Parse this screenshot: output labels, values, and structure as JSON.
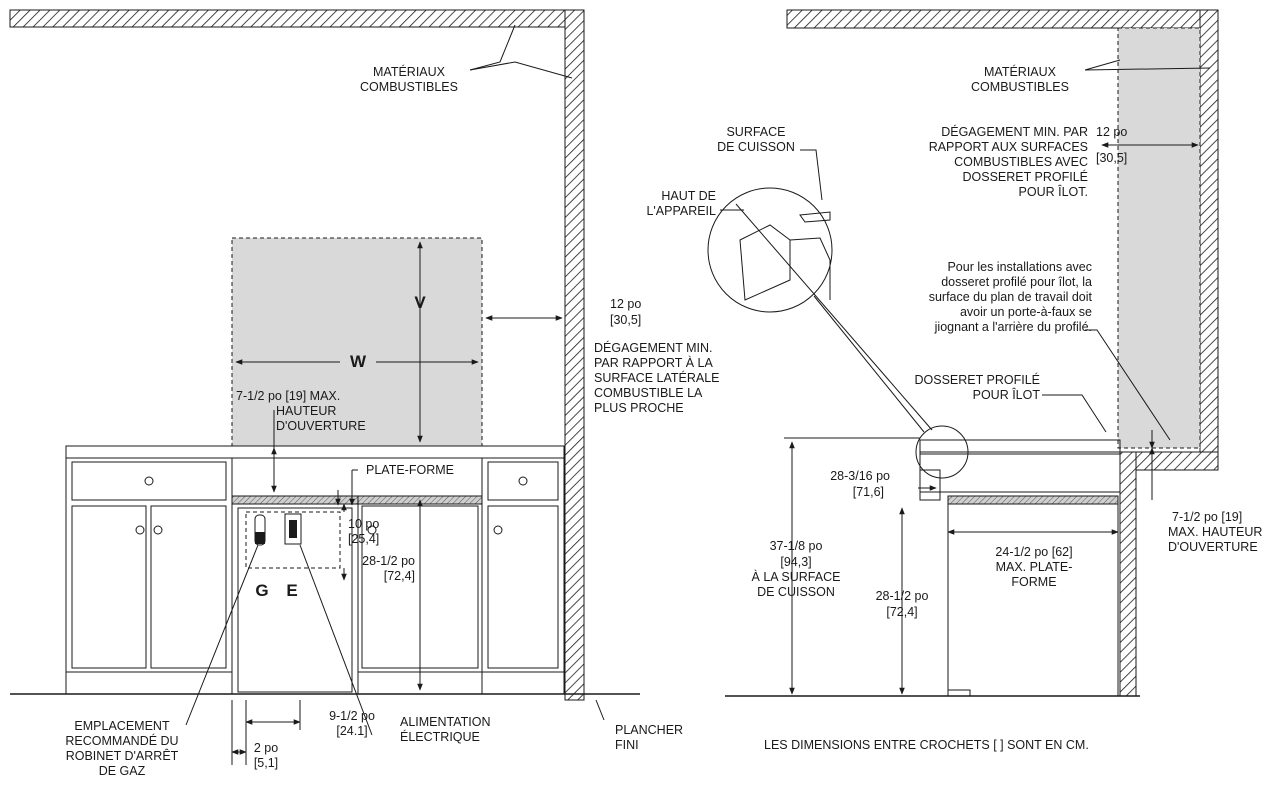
{
  "left": {
    "combustible_label": [
      "MATÉRIAUX",
      "COMBUSTIBLES"
    ],
    "height_v": "V",
    "width_w": "W",
    "side_clearance_value": [
      "12 po",
      "[30,5]"
    ],
    "side_clearance_text": [
      "DÉGAGEMENT MIN.",
      "PAR RAPPORT À LA",
      "SURFACE LATÉRALE",
      "COMBUSTIBLE LA",
      "PLUS PROCHE"
    ],
    "opening_height": [
      "7-1/2 po [19] MAX.",
      "HAUTEUR",
      "D'OUVERTURE"
    ],
    "platform_label": "PLATE-FORME",
    "box_height": [
      "10 po",
      "[25,4]"
    ],
    "counter_height": [
      "28-1/2 po",
      "[72,4]"
    ],
    "gas_letter": "G",
    "electric_letter": "E",
    "gas_valve_label": [
      "EMPLACEMENT",
      "RECOMMANDÉ DU",
      "ROBINET D'ARRÊT",
      "DE GAZ"
    ],
    "offset_9": [
      "9-1/2 po",
      "[24.1]"
    ],
    "offset_2": [
      "2 po",
      "[5,1]"
    ],
    "electric_supply": [
      "ALIMENTATION",
      "ÉLECTRIQUE"
    ],
    "floor_label": [
      "PLANCHER",
      "FINI"
    ]
  },
  "right": {
    "combustible_label": [
      "MATÉRIAUX",
      "COMBUSTIBLES"
    ],
    "rear_clearance_value": [
      "12 po",
      "[30,5]"
    ],
    "rear_clearance_text": [
      "DÉGAGEMENT MIN. PAR",
      "RAPPORT AUX SURFACES",
      "COMBUSTIBLES AVEC",
      "DOSSERET PROFILÉ",
      "POUR ÎLOT."
    ],
    "cooking_surface": [
      "SURFACE",
      "DE CUISSON"
    ],
    "appliance_top": [
      "HAUT DE",
      "L'APPAREIL"
    ],
    "install_note": [
      "Pour les installations avec",
      "dosseret profilé pour îlot, la",
      "surface du plan de travail doit",
      "avoir un porte-à-faux se",
      "jiognant a l'arrière du profilé."
    ],
    "backguard_label": [
      "DOSSERET PROFILÉ",
      "POUR ÎLOT"
    ],
    "dim_28_3_16": [
      "28-3/16 po",
      "[71,6]"
    ],
    "dim_24_1_2": [
      "24-1/2 po [62]",
      "MAX. PLATE-",
      "FORME"
    ],
    "dim_37_1_8": [
      "37-1/8 po",
      "[94,3]",
      "À LA SURFACE",
      "DE CUISSON"
    ],
    "dim_28_1_2": [
      "28-1/2 po",
      "[72,4]"
    ],
    "opening_height": [
      "7-1/2 po [19]",
      "MAX. HAUTEUR",
      "D'OUVERTURE"
    ]
  },
  "footnote": "LES DIMENSIONS ENTRE CROCHETS  [ ] SONT EN CM.",
  "colors": {
    "line": "#1a1a1a",
    "clearance_fill": "#d9d9d9",
    "wall_hatch": "#1a1a1a",
    "counter_hatch": "#9a9a9a"
  }
}
